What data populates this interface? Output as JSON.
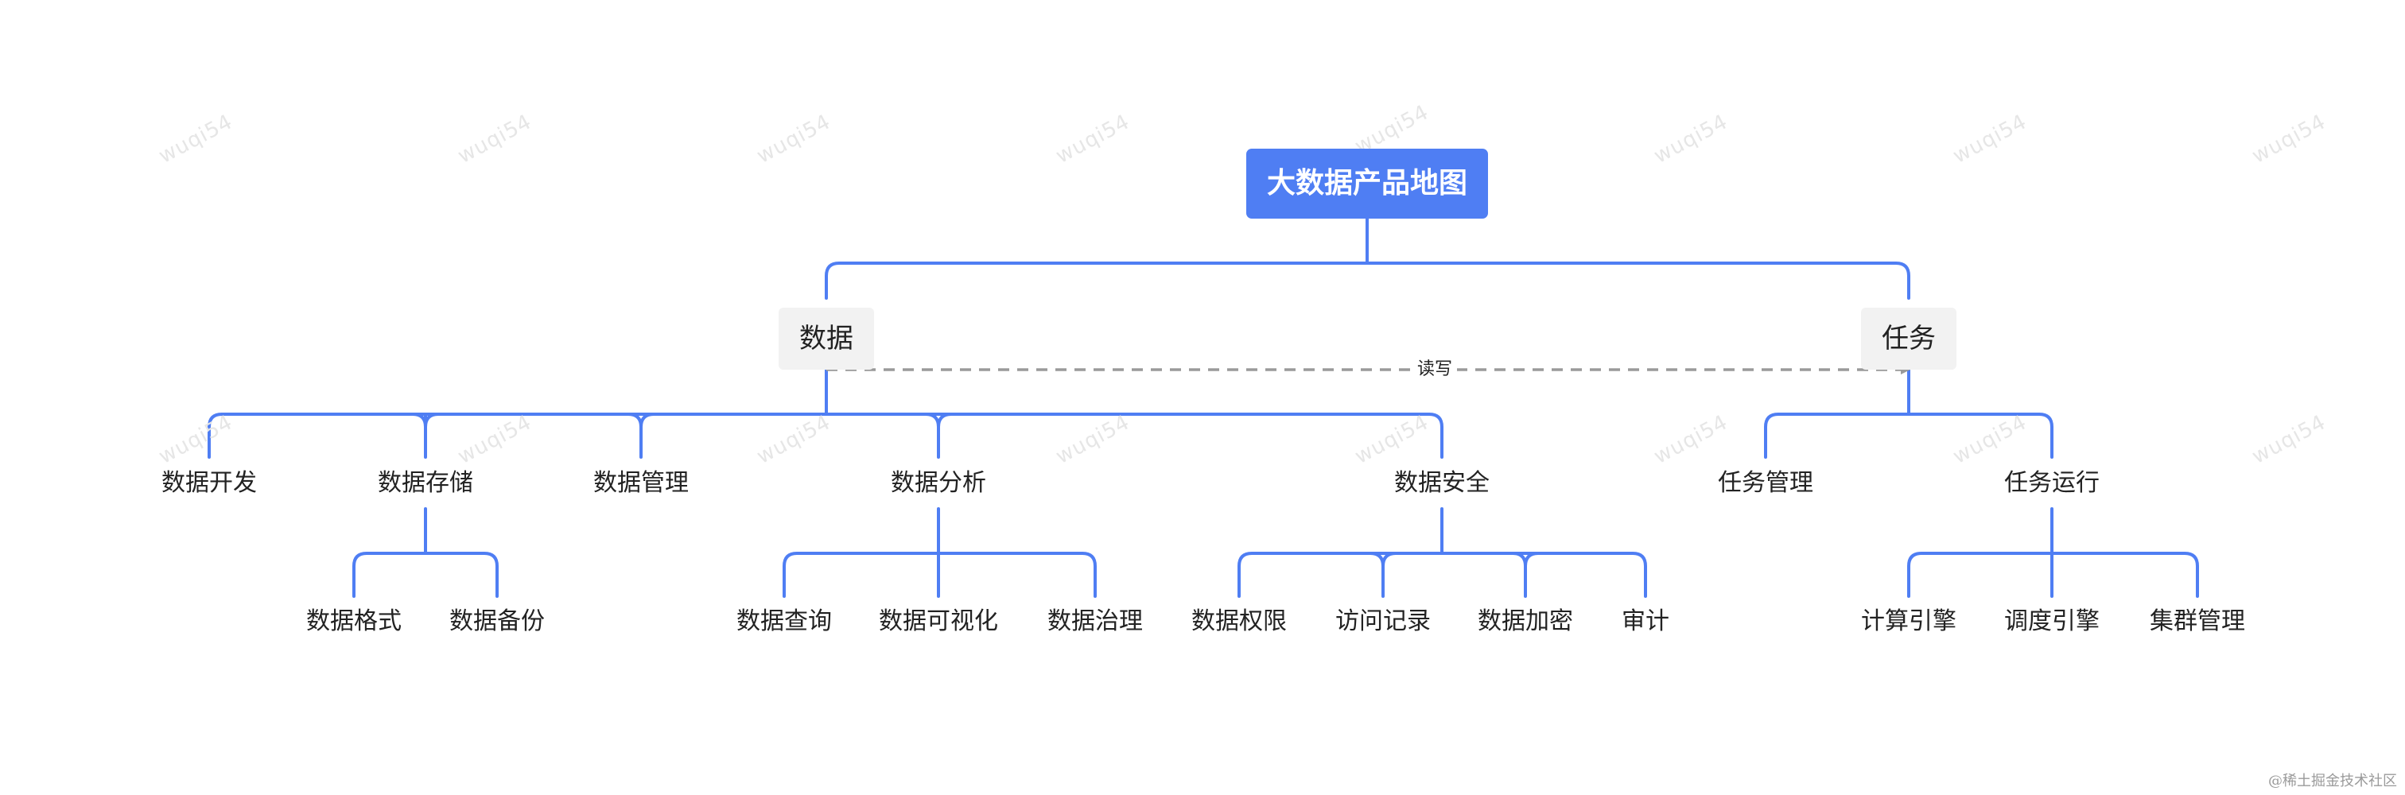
{
  "mindmap": {
    "root": "大数据产品地图",
    "branches": [
      {
        "label": "数据",
        "children": [
          {
            "label": "数据开发"
          },
          {
            "label": "数据存储",
            "children": [
              "数据格式",
              "数据备份"
            ]
          },
          {
            "label": "数据管理"
          },
          {
            "label": "数据分析",
            "children": [
              "数据查询",
              "数据可视化",
              "数据治理"
            ]
          },
          {
            "label": "数据安全",
            "children": [
              "数据权限",
              "访问记录",
              "数据加密",
              "审计"
            ]
          }
        ]
      },
      {
        "label": "任务",
        "children": [
          {
            "label": "任务管理"
          },
          {
            "label": "任务运行",
            "children": [
              "计算引擎",
              "调度引擎",
              "集群管理"
            ]
          }
        ]
      }
    ],
    "relation": {
      "from": "数据",
      "to": "任务",
      "label": "读写"
    }
  },
  "watermark": "wuqi54",
  "footer": "@稀土掘金技术社区",
  "colors": {
    "line": "#4f7ef3",
    "root_bg": "#4f7ef3",
    "branch_bg": "#f2f2f2",
    "relation": "#9a9a9a"
  }
}
